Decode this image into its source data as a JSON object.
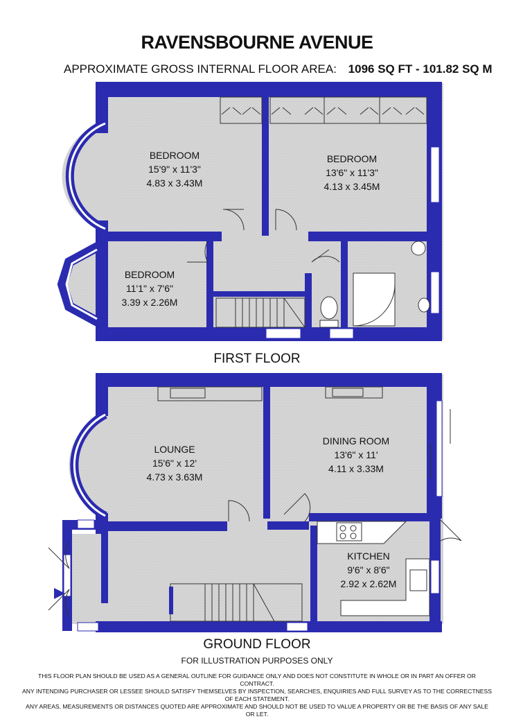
{
  "header": {
    "title": "RAVENSBOURNE AVENUE",
    "area_prefix": "APPROXIMATE GROSS INTERNAL FLOOR AREA:",
    "area_value": "1096 SQ FT  -  101.82 SQ M"
  },
  "first_floor": {
    "label": "FIRST FLOOR",
    "rooms": [
      {
        "name": "BEDROOM",
        "size_imperial": "15'9\" x 11'3\"",
        "size_metric": "4.83 x 3.43M"
      },
      {
        "name": "BEDROOM",
        "size_imperial": "13'6\" x 11'3\"",
        "size_metric": "4.13 x 3.45M"
      },
      {
        "name": "BEDROOM",
        "size_imperial": "11'1\" x 7'6\"",
        "size_metric": "3.39 x 2.26M"
      }
    ]
  },
  "ground_floor": {
    "label": "GROUND FLOOR",
    "rooms": [
      {
        "name": "LOUNGE",
        "size_imperial": "15'6\" x 12'",
        "size_metric": "4.73 x 3.63M"
      },
      {
        "name": "DINING ROOM",
        "size_imperial": "13'6\" x 11'",
        "size_metric": "4.11 x 3.33M"
      },
      {
        "name": "KITCHEN",
        "size_imperial": "9'6\" x 8'6\"",
        "size_metric": "2.92 x 2.62M"
      }
    ]
  },
  "footer": {
    "illustration_note": "FOR ILLUSTRATION PURPOSES ONLY",
    "disclaimer_1": "THIS FLOOR PLAN SHOULD BE USED AS A GENERAL OUTLINE FOR GUIDANCE ONLY AND DOES NOT CONSTITUTE IN WHOLE OR IN PART AN OFFER OR CONTRACT.",
    "disclaimer_2": "ANY INTENDING PURCHASER OR LESSEE SHOULD SATISFY THEMSELVES BY INSPECTION, SEARCHES, ENQUIRIES AND FULL SURVEY AS TO THE CORRECTNESS OF EACH STATEMENT.",
    "disclaimer_3": "ANY AREAS, MEASUREMENTS OR DISTANCES QUOTED ARE APPROXIMATE AND SHOULD NOT BE USED TO VALUE A PROPERTY OR BE THE BASIS OF ANY SALE OR LET."
  },
  "colors": {
    "wall": "#2b2bb0",
    "floor": "#d7d7d7",
    "window": "#ffffff",
    "text": "#111111"
  }
}
